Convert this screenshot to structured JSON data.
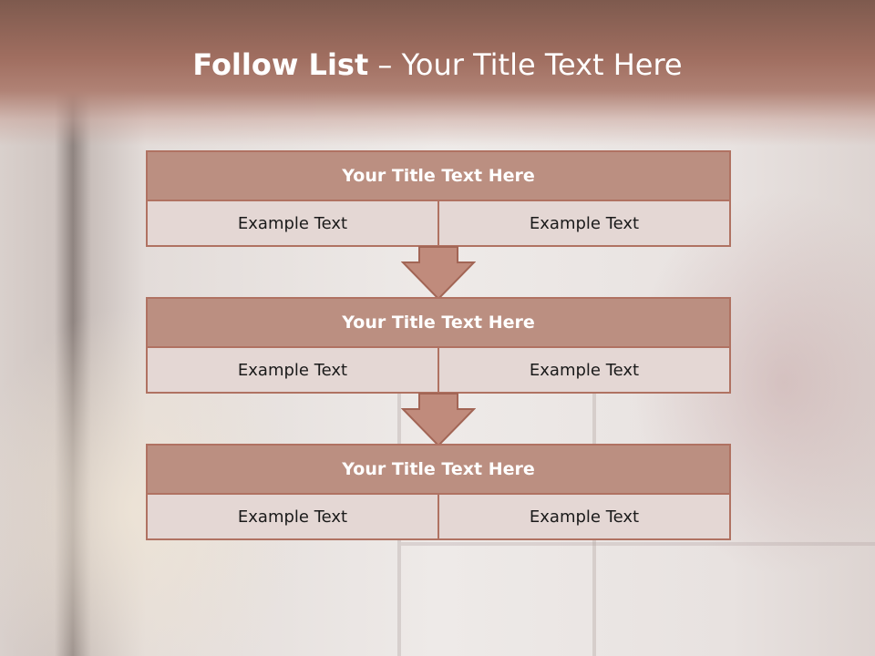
{
  "slide": {
    "title_bold": "Follow List",
    "title_rest": " – Your Title Text Here"
  },
  "steps": [
    {
      "title": "Your Title Text Here",
      "left": "Example Text",
      "right": "Example Text"
    },
    {
      "title": "Your Title Text Here",
      "left": "Example Text",
      "right": "Example Text"
    },
    {
      "title": "Your Title Text Here",
      "left": "Example Text",
      "right": "Example Text"
    }
  ],
  "colors": {
    "header": "#a06e60",
    "block_title": "#bb8f81",
    "block_cell": "#e4d7d4",
    "border": "#b07262",
    "arrow": "#c08b7c"
  }
}
